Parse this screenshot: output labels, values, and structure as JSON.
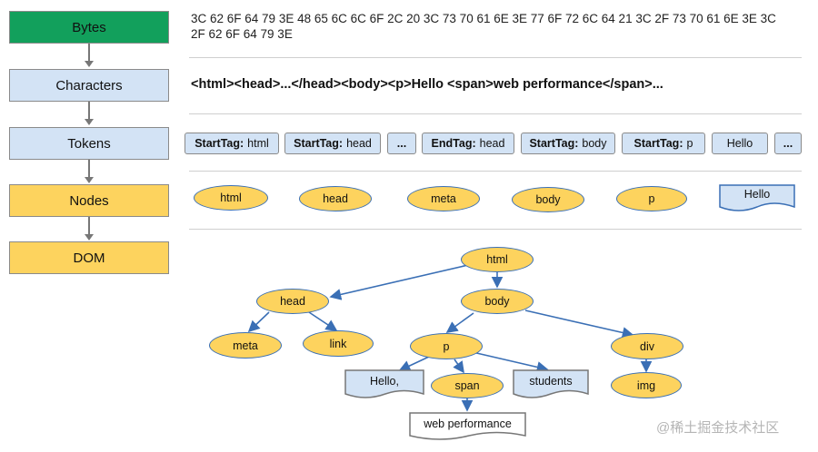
{
  "stages": {
    "bytes": "Bytes",
    "characters": "Characters",
    "tokens": "Tokens",
    "nodes": "Nodes",
    "dom": "DOM"
  },
  "colors": {
    "bytes_green": "#12a05c",
    "stage_blue": "#d3e3f5",
    "node_yellow": "#fdd35e",
    "edge_blue": "#3a6fb5"
  },
  "bytes_line": "3C 62 6F 64 79 3E 48 65 6C 6C 6F 2C 20 3C 73 70 61 6E 3E 77 6F 72 6C 64 21 3C 2F 73 70 61 6E 3E 3C 2F 62 6F 64 79 3E",
  "characters_line": "<html><head>...</head><body><p>Hello <span>web performance</span>...",
  "tokens": [
    {
      "kind": "StartTag:",
      "value": "html"
    },
    {
      "kind": "StartTag:",
      "value": "head"
    },
    {
      "kind": "",
      "value": "..."
    },
    {
      "kind": "EndTag:",
      "value": "head"
    },
    {
      "kind": "StartTag:",
      "value": "body"
    },
    {
      "kind": "StartTag:",
      "value": "p"
    },
    {
      "kind": "",
      "value": "Hello"
    },
    {
      "kind": "",
      "value": "..."
    }
  ],
  "nodes": [
    "html",
    "head",
    "meta",
    "body",
    "p",
    "Hello"
  ],
  "tree": {
    "html": "html",
    "head": "head",
    "body": "body",
    "meta": "meta",
    "link": "link",
    "p": "p",
    "div": "div",
    "hello": "Hello,",
    "span": "span",
    "students": "students",
    "img": "img",
    "web_performance": "web performance"
  },
  "watermark": "@稀土掘金技术社区"
}
